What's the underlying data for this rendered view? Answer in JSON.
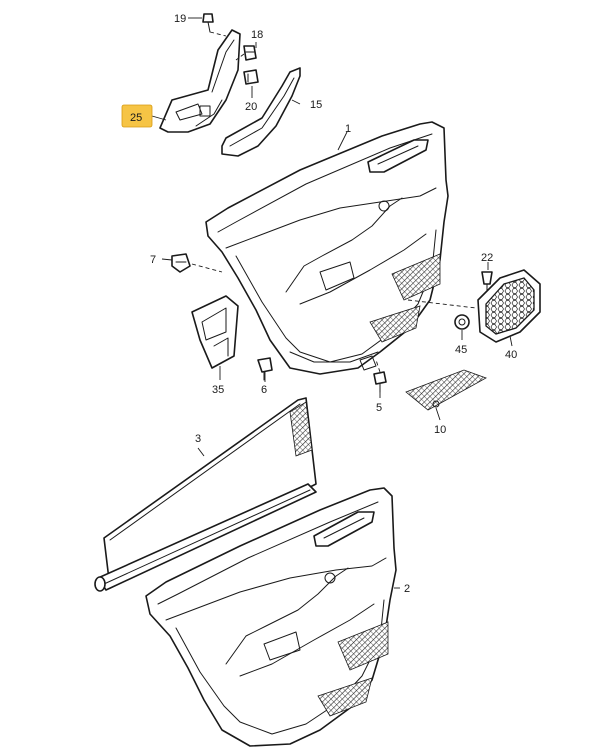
{
  "highlight_color": "#f6c445",
  "callouts": {
    "c19": "19",
    "c18": "18",
    "c25": "25",
    "c20": "20",
    "c15": "15",
    "c1": "1",
    "c7": "7",
    "c22": "22",
    "c35": "35",
    "c6": "6",
    "c5": "5",
    "c45": "45",
    "c40": "40",
    "c10": "10",
    "c3": "3",
    "c2": "2"
  },
  "highlighted_callout": "25"
}
